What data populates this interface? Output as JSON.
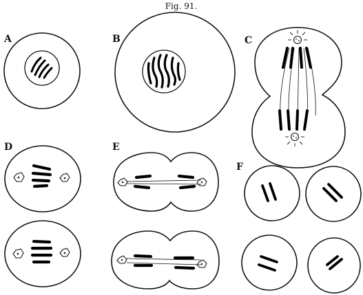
{
  "figure": {
    "title": "Fig. 91.",
    "panels": {
      "A": "A",
      "B": "B",
      "C": "C",
      "D": "D",
      "E": "E",
      "F": "F"
    }
  },
  "colors": {
    "ink": "#111111",
    "chromosome": "#000000",
    "background": "#ffffff"
  }
}
